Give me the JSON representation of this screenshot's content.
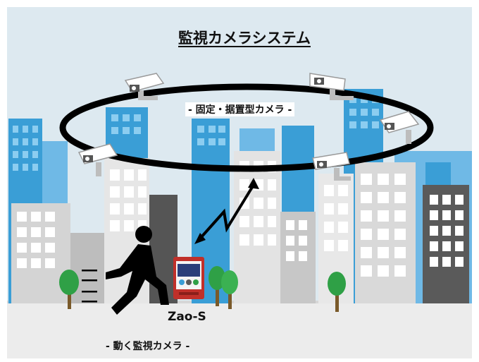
{
  "title": "監視カメラシステム",
  "ring_label": "- 固定・据置型カメラ -",
  "device_label": "Zao-S",
  "mobile_label": "- 動く監視カメラ -",
  "icons": {
    "camera": "cctv-camera-icon",
    "person": "walking-person-icon",
    "device": "zao-s-device-icon",
    "link": "wireless-link-arrow-icon",
    "tree": "tree-icon",
    "building": "building-icon"
  },
  "colors": {
    "sky": "#dde9f0",
    "building_blue": "#3a9ed6",
    "building_light_blue": "#6fb9e6",
    "building_gray": "#cfcfcf",
    "building_dark": "#5a5a5a",
    "ground": "#eeeeee",
    "ring": "#000000",
    "device_red": "#c0302a",
    "tree_green": "#2fa046"
  }
}
